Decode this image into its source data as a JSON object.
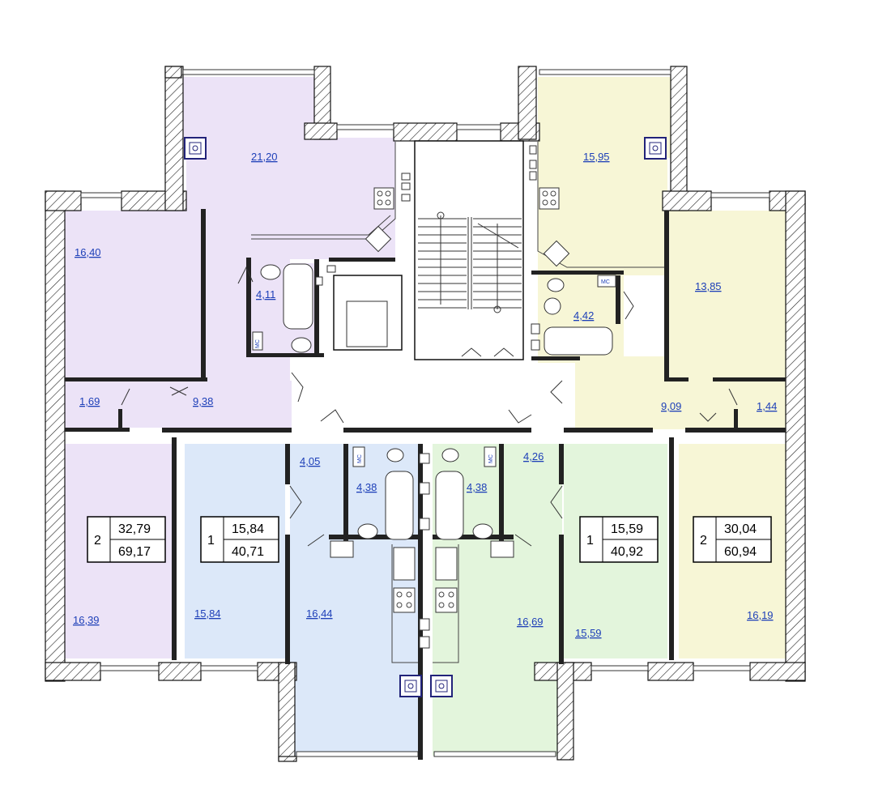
{
  "colors": {
    "apartment_2_left": "#ece3f7",
    "apartment_1_left": "#dce8f9",
    "apartment_1_right": "#e3f5dc",
    "apartment_2_right": "#f7f6d6",
    "area_label": "#1d3fb8"
  },
  "rooms": {
    "r_21_20": "21,20",
    "r_16_40": "16,40",
    "r_4_11": "4,11",
    "r_1_69": "1,69",
    "r_9_38": "9,38",
    "r_15_95": "15,95",
    "r_13_85": "13,85",
    "r_4_42": "4,42",
    "r_9_09": "9,09",
    "r_1_44": "1,44",
    "r_4_05": "4,05",
    "r_4_38a": "4,38",
    "r_4_38b": "4,38",
    "r_4_26": "4,26",
    "r_16_39": "16,39",
    "r_15_84": "15,84",
    "r_16_44": "16,44",
    "r_16_69": "16,69",
    "r_15_59": "15,59",
    "r_16_19": "16,19"
  },
  "apartments": [
    {
      "rooms": "2",
      "living": "32,79",
      "total": "69,17"
    },
    {
      "rooms": "1",
      "living": "15,84",
      "total": "40,71"
    },
    {
      "rooms": "1",
      "living": "15,59",
      "total": "40,92"
    },
    {
      "rooms": "2",
      "living": "30,04",
      "total": "60,94"
    }
  ],
  "mc_label": "МС"
}
